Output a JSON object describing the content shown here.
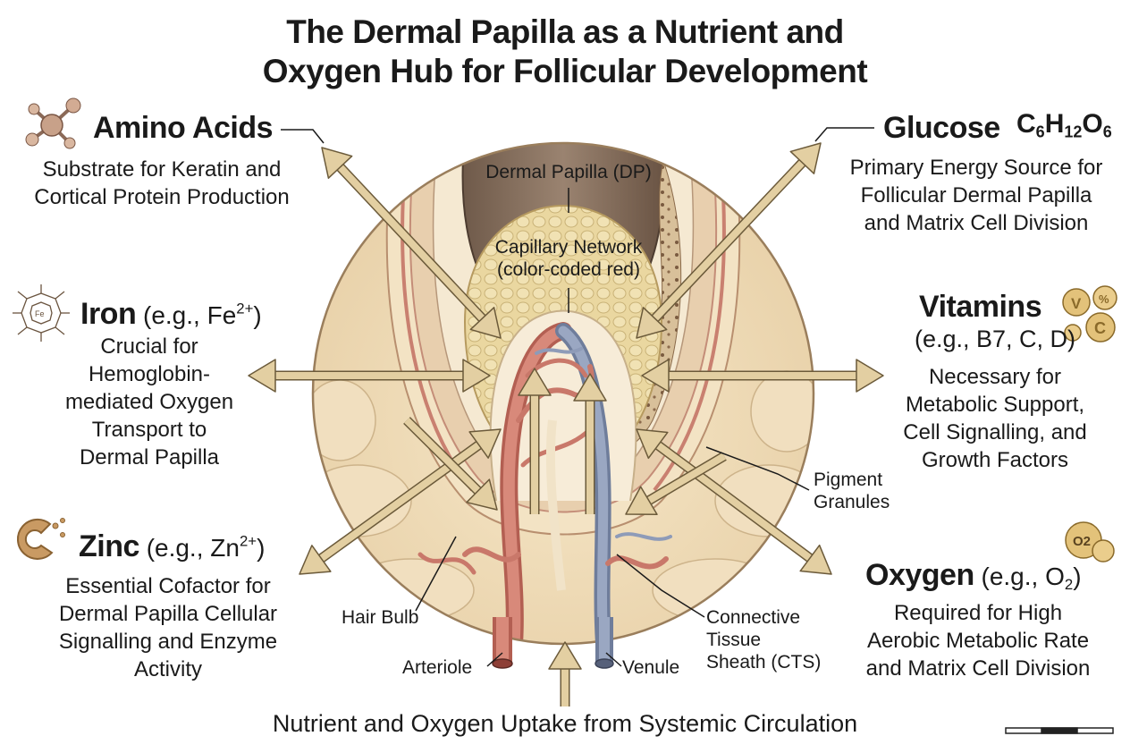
{
  "title": {
    "line1": "The Dermal Papilla as a Nutrient and",
    "line2": "Oxygen Hub for Follicular Development"
  },
  "nutrients": {
    "amino": {
      "name": "Amino Acids",
      "icon": "molecule-icon",
      "desc": [
        "Substrate for Keratin and",
        "Cortical Protein Production"
      ]
    },
    "glucose": {
      "name": "Glucose",
      "formula": {
        "c": "C",
        "c_n": "6",
        "h": "H",
        "h_n": "12",
        "o": "O",
        "o_n": "6"
      },
      "desc": [
        "Primary Energy Source for",
        "Follicular Dermal Papilla",
        "and Matrix Cell Division"
      ]
    },
    "iron": {
      "name": "Iron",
      "example_prefix": "(e.g., Fe",
      "example_sup": "2+",
      "example_suffix": ")",
      "icon": "heme-icon",
      "desc": [
        "Crucial for",
        "Hemoglobin-",
        "mediated Oxygen",
        "Transport to",
        "Dermal Papilla"
      ]
    },
    "vitamins": {
      "name": "Vitamins",
      "example": "(e.g., B7, C, D)",
      "icon": "vitamin-capsules-icon",
      "icon_letters": [
        "V",
        "C"
      ],
      "desc": [
        "Necessary for",
        "Metabolic Support,",
        "Cell Signalling, and",
        "Growth Factors"
      ]
    },
    "zinc": {
      "name": "Zinc",
      "example_prefix": "(e.g., Zn",
      "example_sup": "2+",
      "example_suffix": ")",
      "icon": "zinc-cell-icon",
      "desc": [
        "Essential Cofactor for",
        "Dermal Papilla Cellular",
        "Signalling and Enzyme",
        "Activity"
      ]
    },
    "oxygen": {
      "name": "Oxygen",
      "example_prefix": "(e.g., O",
      "example_sub": "2",
      "example_suffix": ")",
      "icon": "oxygen-bubble-icon",
      "icon_label": "O2",
      "desc": [
        "Required for High",
        "Aerobic Metabolic Rate",
        "and Matrix Cell Division"
      ]
    }
  },
  "anatomy": {
    "dermal_papilla": "Dermal Papilla (DP)",
    "capillary": [
      "Capillary Network",
      "(color-coded red)"
    ],
    "pigment": [
      "Pigment",
      "Granules"
    ],
    "hair_bulb": "Hair Bulb",
    "cts": [
      "Connective",
      "Tissue",
      "Sheath (CTS)"
    ],
    "arteriole": "Arteriole",
    "venule": "Venule"
  },
  "bottom_caption": "Nutrient and Oxygen Uptake from Systemic Circulation",
  "colors": {
    "arrow": "#e3cfa2",
    "arrow_stroke": "#6b5a3a",
    "arteriole": "#c97a6c",
    "venule": "#8f9cb8",
    "tissue": "#efdcb8",
    "shaft": "#8a7260",
    "dp": "#e8d49a"
  }
}
